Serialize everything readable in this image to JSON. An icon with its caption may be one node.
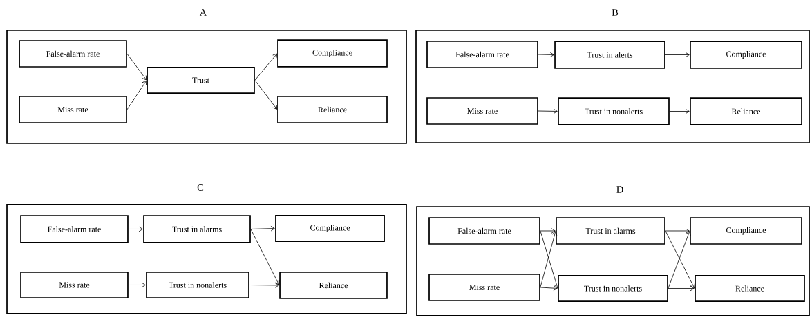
{
  "diagram": {
    "nodes": [
      {
        "text": [
          "A"
        ]
      },
      {
        "text": [
          "False-alarm rate"
        ],
        "in": 0
      },
      {
        "text": [
          "Miss rate"
        ],
        "in": 0
      },
      {
        "text": [
          "Trust"
        ],
        "in": 0
      },
      {
        "text": [
          "Compliance"
        ],
        "in": 0
      },
      {
        "text": [
          "Reliance"
        ],
        "in": 0
      },
      {
        "text": [
          "B"
        ]
      },
      {
        "text": [
          "False-alarm rate"
        ],
        "in": 6
      },
      {
        "text": [
          "Trust in alerts"
        ],
        "in": 6
      },
      {
        "text": [
          "Compliance"
        ],
        "in": 6
      },
      {
        "text": [
          "Miss rate"
        ],
        "in": 6
      },
      {
        "text": [
          "Trust in nonalerts"
        ],
        "in": 6
      },
      {
        "text": [
          "Reliance"
        ],
        "in": 6
      },
      {
        "text": [
          "C"
        ]
      },
      {
        "text": [
          "False-alarm rate"
        ],
        "in": 13
      },
      {
        "text": [
          "Trust in alarms"
        ],
        "in": 13
      },
      {
        "text": [
          "Compliance"
        ],
        "in": 13
      },
      {
        "text": [
          "Miss rate"
        ],
        "in": 13
      },
      {
        "text": [
          "Trust in nonalerts"
        ],
        "in": 13
      },
      {
        "text": [
          "Reliance"
        ],
        "in": 13
      },
      {
        "text": [
          "D"
        ]
      },
      {
        "text": [
          "False-alarm rate"
        ],
        "in": 20
      },
      {
        "text": [
          "Trust in alarms"
        ],
        "in": 20
      },
      {
        "text": [
          "Compliance"
        ],
        "in": 20
      },
      {
        "text": [
          "Miss rate"
        ],
        "in": 20
      },
      {
        "text": [
          "Trust in nonalerts"
        ],
        "in": 20
      },
      {
        "text": [
          "Reliance"
        ],
        "in": 20
      }
    ],
    "edges": [
      {
        "from": 1,
        "to": 3,
        "arrow": "to"
      },
      {
        "from": 2,
        "to": 3,
        "arrow": "to"
      },
      {
        "from": 3,
        "to": 4,
        "arrow": "to"
      },
      {
        "from": 3,
        "to": 5,
        "arrow": "to"
      },
      {
        "from": 7,
        "to": 8,
        "arrow": "to"
      },
      {
        "from": 8,
        "to": 9,
        "arrow": "to"
      },
      {
        "from": 10,
        "to": 11,
        "arrow": "to"
      },
      {
        "from": 11,
        "to": 12,
        "arrow": "to"
      },
      {
        "from": 14,
        "to": 15,
        "arrow": "to"
      },
      {
        "from": 15,
        "to": 16,
        "arrow": "to"
      },
      {
        "from": 15,
        "to": 19,
        "arrow": "to"
      },
      {
        "from": 17,
        "to": 18,
        "arrow": "to"
      },
      {
        "from": 18,
        "to": 19,
        "arrow": "to"
      },
      {
        "from": 21,
        "to": 22,
        "arrow": "to"
      },
      {
        "from": 21,
        "to": 25,
        "arrow": "to"
      },
      {
        "from": 24,
        "to": 22,
        "arrow": "to"
      },
      {
        "from": 24,
        "to": 25,
        "arrow": "to"
      },
      {
        "from": 22,
        "to": 23,
        "arrow": "to"
      },
      {
        "from": 22,
        "to": 26,
        "arrow": "to"
      },
      {
        "from": 25,
        "to": 23,
        "arrow": "to"
      },
      {
        "from": 25,
        "to": 26,
        "arrow": "to"
      }
    ]
  }
}
